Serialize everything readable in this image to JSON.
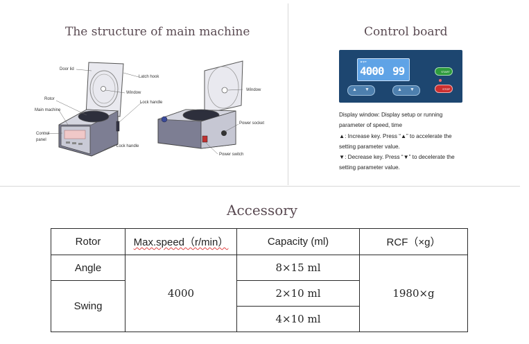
{
  "structure": {
    "title": "The structure of main machine",
    "callouts": {
      "door_lid": "Door lid",
      "latch_hook": "Latch hook",
      "rotor": "Rotor",
      "window_left": "Window",
      "main_machine": "Main machine",
      "lock_handle_top": "Lock handle",
      "control": "Control",
      "panel": "panel",
      "lock_handle_bottom": "Lock handle",
      "window_right": "Window",
      "power_socket": "Power socket",
      "power_switch": "Power switch"
    }
  },
  "control_board": {
    "title": "Control board",
    "brand": "▲rpe",
    "display_speed": "4000",
    "display_time": "99",
    "start_label": "START",
    "stop_label": "STOP",
    "up_arrow": "▲",
    "down_arrow": "▼",
    "description_lines": [
      "Display window: Display setup or running",
      "parameter of speed, time",
      "▲: Increase key. Press “▲” to accelerate the",
      "setting parameter value.",
      "▼: Decrease key. Press “▼” to decelerate the",
      "setting parameter value."
    ]
  },
  "accessory": {
    "title": "Accessory",
    "headers": [
      "Rotor",
      "Max.speed（r/min）",
      "Capacity (ml)",
      "RCF（×g）"
    ],
    "rotor_types": [
      "Angle",
      "Swing"
    ],
    "max_speed": "4000",
    "capacities": [
      "8×15 ml",
      "2×10 ml",
      "4×10 ml"
    ],
    "rcf": "1980×g"
  },
  "colors": {
    "heading": "#5a4a52",
    "board_bg": "#1d4670",
    "lcd_bg": "#5fa3e6",
    "start_button": "#2e9b3e",
    "stop_button": "#cc2f2f",
    "machine_body": "#7d7e93"
  }
}
